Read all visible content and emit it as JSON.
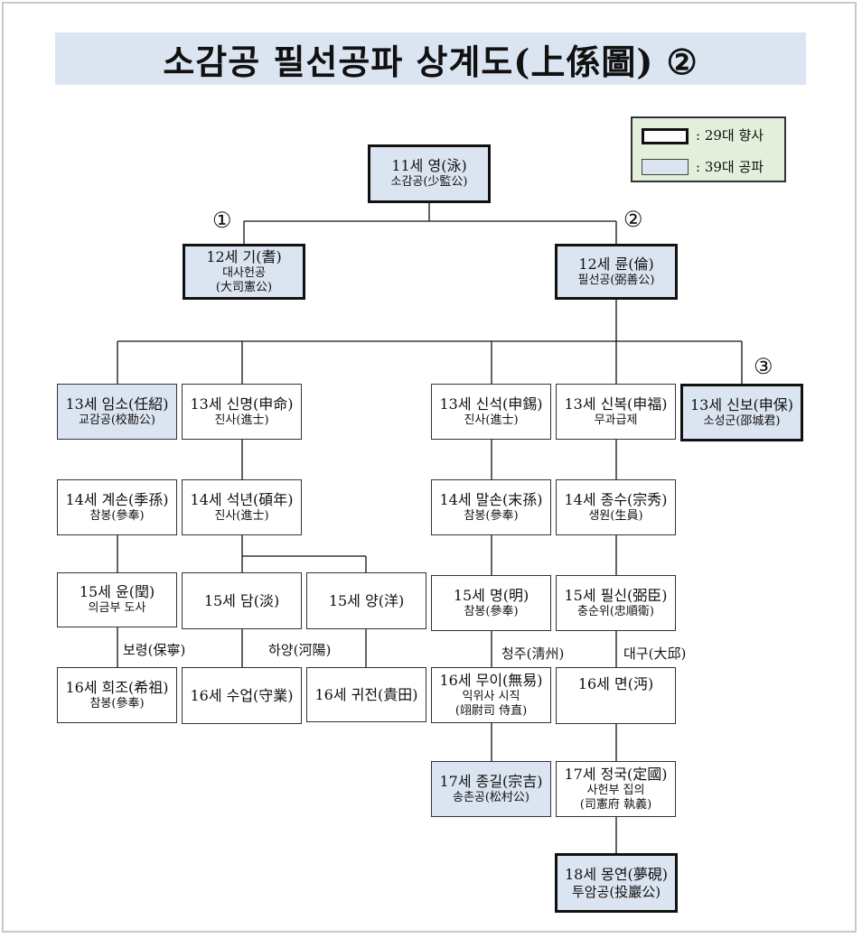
{
  "title": "소감공 필선공파 상계도(上係圖) ②",
  "legend": {
    "thick_label": ": 29대 향사",
    "blue_label": ": 39대 공파"
  },
  "markers": {
    "m1": "①",
    "m2": "②",
    "m3": "③"
  },
  "places": {
    "boryeong": "보령(保寧)",
    "hayang": "하양(河陽)",
    "cheongju": "청주(淸州)",
    "daegu": "대구(大邱)"
  },
  "nodes": {
    "g11_yeong": {
      "name": "11세 영(泳)",
      "sub": "소감공(少監公)"
    },
    "g12_gi": {
      "name": "12세 기(耆)",
      "sub": "대사헌공",
      "sub2": "(大司憲公)"
    },
    "g12_ryun": {
      "name": "12세 륜(倫)",
      "sub": "필선공(弼善公)"
    },
    "g13_imso": {
      "name": "13세 임소(任紹)",
      "sub": "교감공(校勘公)"
    },
    "g13_sinmyeong": {
      "name": "13세 신명(申命)",
      "sub": "진사(進士)"
    },
    "g13_sinseok": {
      "name": "13세 신석(申錫)",
      "sub": "진사(進士)"
    },
    "g13_sinbok": {
      "name": "13세 신복(申福)",
      "sub": "무과급제"
    },
    "g13_sinbo": {
      "name": "13세 신보(申保)",
      "sub": "소성군(邵城君)"
    },
    "g14_gyeson": {
      "name": "14세 계손(季孫)",
      "sub": "참봉(參奉)"
    },
    "g14_seoknyeon": {
      "name": "14세 석년(碩年)",
      "sub": "진사(進士)"
    },
    "g14_malson": {
      "name": "14세 말손(末孫)",
      "sub": "참봉(參奉)"
    },
    "g14_jongsu": {
      "name": "14세 종수(宗秀)",
      "sub": "생원(生員)"
    },
    "g15_yun": {
      "name": "15세 윤(閏)",
      "sub": "의금부 도사"
    },
    "g15_dam": {
      "name": "15세 담(淡)"
    },
    "g15_yang": {
      "name": "15세 양(洋)"
    },
    "g15_myeong": {
      "name": "15세 명(明)",
      "sub": "참봉(參奉)"
    },
    "g15_pilsin": {
      "name": "15세 필신(弼臣)",
      "sub": "충순위(忠順衛)"
    },
    "g16_hoejo": {
      "name": "16세 희조(希祖)",
      "sub": "참봉(參奉)"
    },
    "g16_sueop": {
      "name": "16세 수업(守業)"
    },
    "g16_gwijeon": {
      "name": "16세 귀전(貴田)"
    },
    "g16_mui": {
      "name": "16세 무이(無易)",
      "sub": "익위사 시직",
      "sub2": "(翊尉司 侍直)"
    },
    "g16_myeon": {
      "name": "16세 면(沔)"
    },
    "g17_jonggil": {
      "name": "17세 종길(宗吉)",
      "sub": "송촌공(松村公)"
    },
    "g17_jeongguk": {
      "name": "17세 정국(定國)",
      "sub": "사헌부 집의",
      "sub2": "(司憲府 執義)"
    },
    "g18_mongyeon": {
      "name": "18세 몽연(夢硯)",
      "sub": "투암공(投巖公)"
    }
  }
}
